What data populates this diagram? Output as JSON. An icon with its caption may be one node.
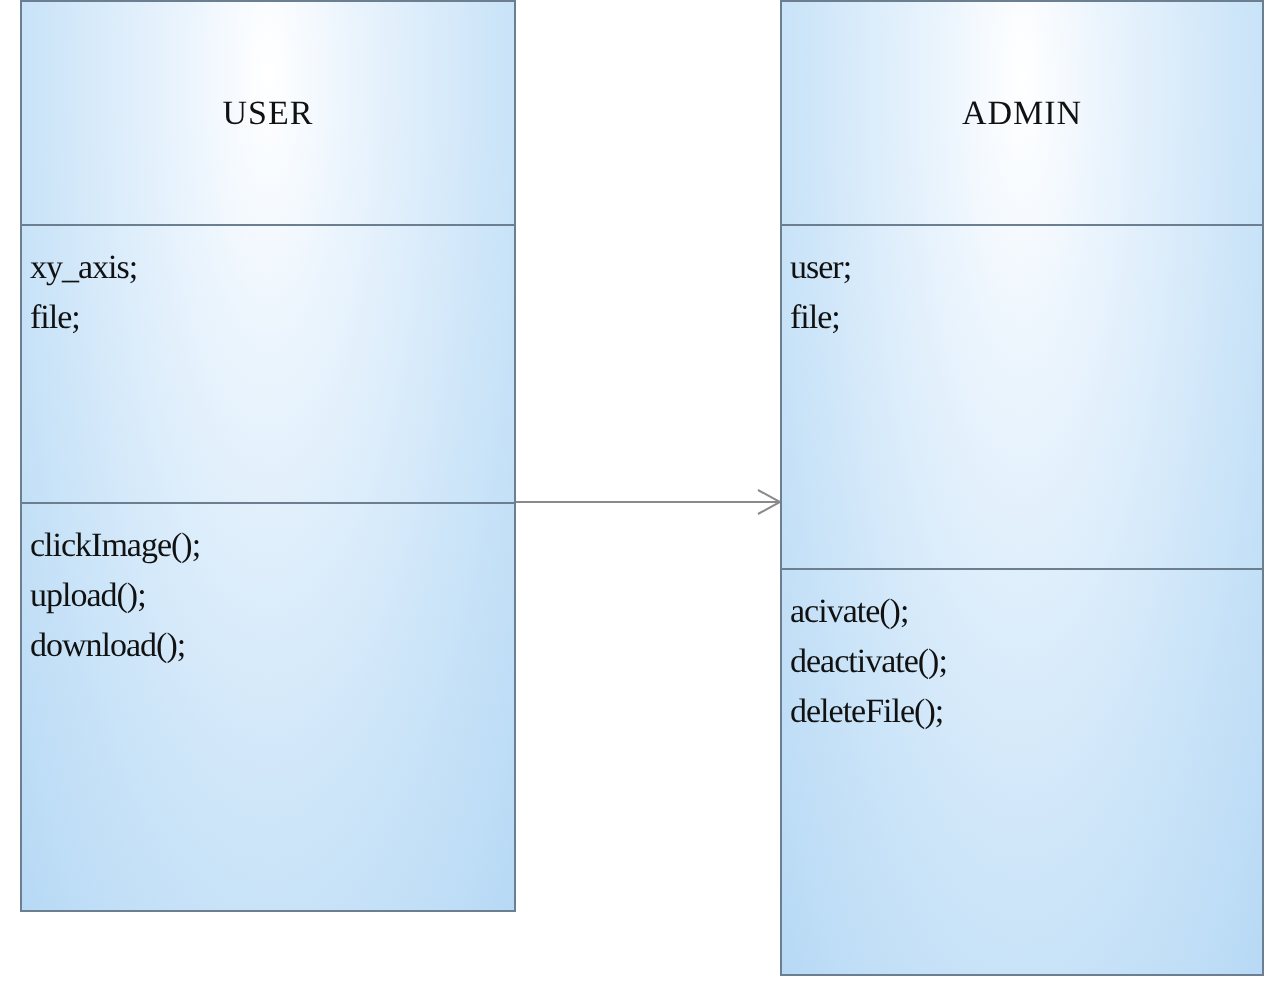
{
  "diagram": {
    "nodes": [
      {
        "text": [
          "USER",
          "xy_axis; file;",
          "clickImage(); upload(); download();"
        ]
      },
      {
        "text": [
          "ADMIN",
          "user; file;",
          "acivate(); deactivate(); deleteFile();"
        ]
      }
    ],
    "edges": [
      {
        "from": 0,
        "to": 1,
        "arrow": "to"
      }
    ]
  }
}
